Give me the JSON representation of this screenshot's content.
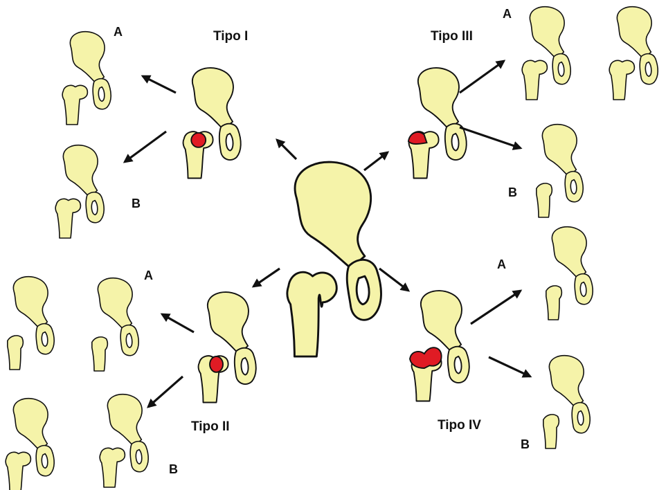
{
  "colors": {
    "bone": "#f5f3a9",
    "lesion": "#e01b24",
    "outline": "#111111",
    "background": "#ffffff"
  },
  "labels": {
    "tipo_i": "Tipo I",
    "tipo_ii": "Tipo II",
    "tipo_iii": "Tipo III",
    "tipo_iv": "Tipo IV",
    "a": "A",
    "b": "B"
  }
}
